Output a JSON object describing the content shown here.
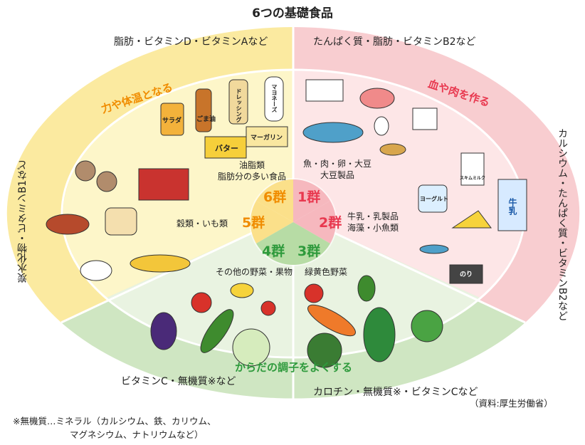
{
  "title": "6つの基礎食品",
  "outer_ring": {
    "top_left": "脂肪・ビタミンD・ビタミンAなど",
    "top_right": "たんぱく質・脂肪・ビタミンB2など",
    "left": "炭水化物・ビタミンB1など",
    "right": "カルシウム・たんぱく質・ビタミンB2など",
    "bottom_left": "ビタミンC・無機質※など",
    "bottom_right": "カロチン・無機質※・ビタミンCなど"
  },
  "roles": {
    "yellow": "力や体温となる",
    "red": "血や肉を作る",
    "green": "からだの調子をよくする"
  },
  "groups": [
    {
      "id": "1",
      "label": "1群",
      "desc": "魚・肉・卵・大豆\n大豆製品",
      "color": "#e8384f"
    },
    {
      "id": "2",
      "label": "2群",
      "desc": "牛乳・乳製品\n海藻・小魚類",
      "color": "#e8384f"
    },
    {
      "id": "3",
      "label": "3群",
      "desc": "緑黄色野菜",
      "color": "#2e9a3c"
    },
    {
      "id": "4",
      "label": "4群",
      "desc": "その他の野菜・果物",
      "color": "#2e9a3c"
    },
    {
      "id": "5",
      "label": "5群",
      "desc": "穀類・いも類",
      "color": "#f08c00"
    },
    {
      "id": "6",
      "label": "6群",
      "desc": "油脂類\n脂肪分の多い食品",
      "color": "#f08c00"
    }
  ],
  "item_labels": {
    "salad": "サラダ",
    "sesame": "ごま油",
    "dressing": "ドレッシング",
    "mayo": "マヨネーズ",
    "butter": "バター",
    "margarine": "マーガリン",
    "yogurt": "ヨーグルト",
    "skim_milk": "スキムミルク",
    "milk": "牛乳",
    "nori": "のり"
  },
  "colors": {
    "yellow_outer": "#fbeaa0",
    "yellow_inner": "#fdf6c9",
    "pink_outer": "#f8cdd0",
    "pink_inner": "#fde6e7",
    "green_outer": "#cfe6c2",
    "green_inner": "#e9f3e1"
  },
  "footnote": {
    "line1": "※無機質…ミネラル（カルシウム、鉄、カリウム、",
    "line2": "マグネシウム、ナトリウムなど）"
  },
  "source": "（資料:厚生労働省）"
}
